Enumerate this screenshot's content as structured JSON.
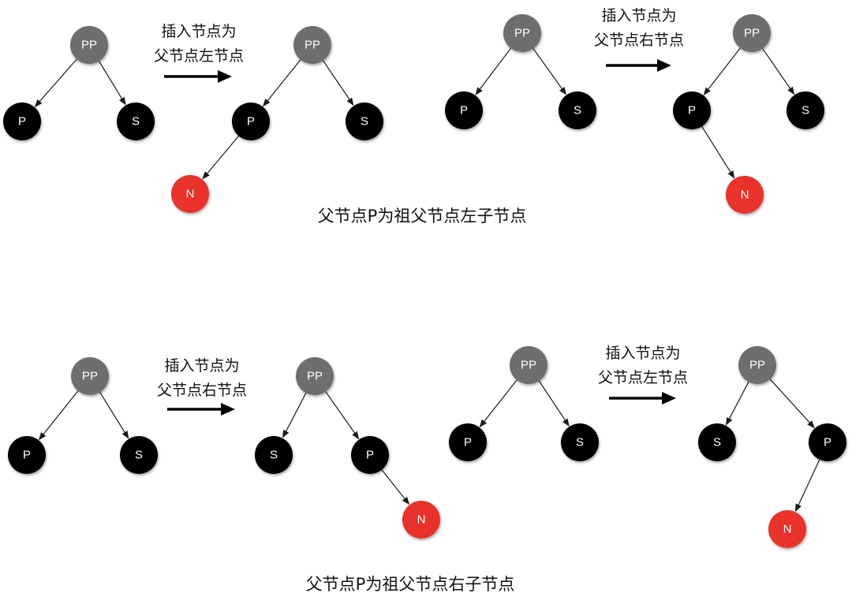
{
  "colors": {
    "grandparent": "#6e6e6e",
    "black_node": "#000000",
    "new_node": "#e8332a",
    "edge": "#1a1a1a",
    "node_text": "#ffffff",
    "label_text": "#111111"
  },
  "node_labels": {
    "grandparent": "PP",
    "parent": "P",
    "uncle": "S",
    "new": "N"
  },
  "sections": [
    {
      "caption": "父节点P为祖父节点左子节点",
      "cases": [
        {
          "line1": "插入节点为",
          "line2": "父节点左节点"
        },
        {
          "line1": "插入节点为",
          "line2": "父节点右节点"
        }
      ]
    },
    {
      "caption": "父节点P为祖父节点右子节点",
      "cases": [
        {
          "line1": "插入节点为",
          "line2": "父节点右节点"
        },
        {
          "line1": "插入节点为",
          "line2": "父节点左节点"
        }
      ]
    }
  ]
}
